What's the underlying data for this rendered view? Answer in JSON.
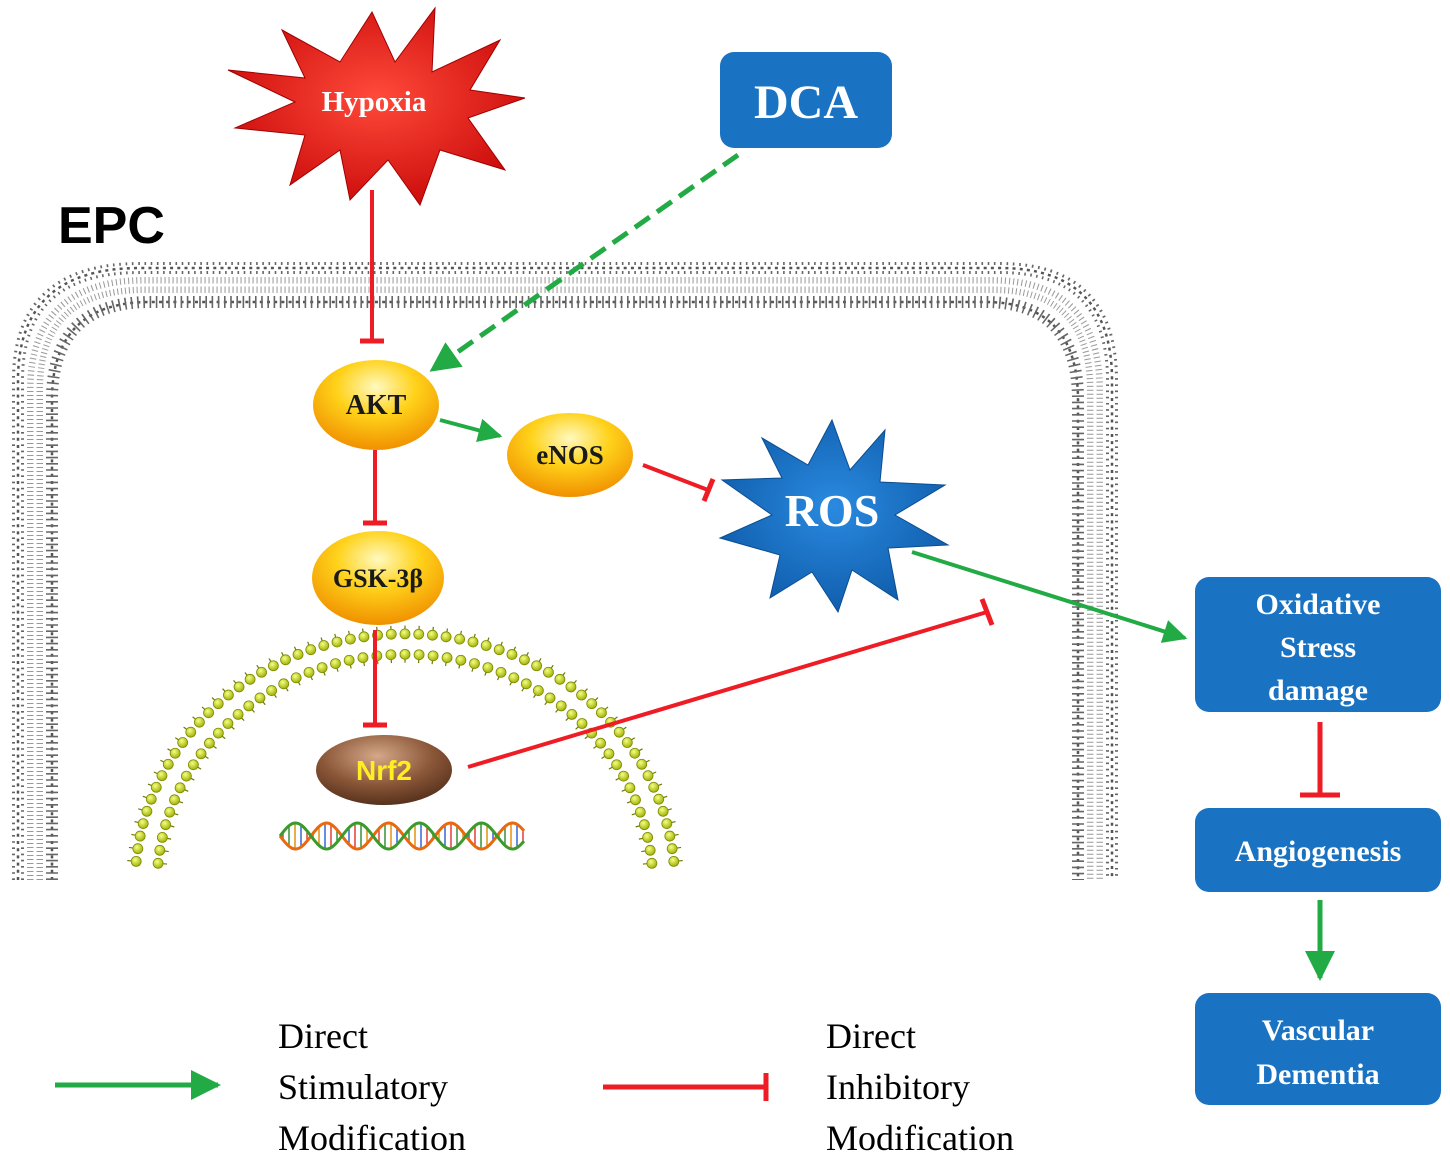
{
  "cell_label": "EPC",
  "nodes": {
    "hypoxia": "Hypoxia",
    "dca": "DCA",
    "akt": "AKT",
    "enos": "eNOS",
    "gsk3b": "GSK-3β",
    "nrf2": "Nrf2",
    "ros": "ROS",
    "oxidative_stress": [
      "Oxidative",
      "Stress",
      "damage"
    ],
    "angiogenesis": "Angiogenesis",
    "vascular_dementia": [
      "Vascular",
      "Dementia"
    ]
  },
  "legend": {
    "stimulatory": [
      "Direct",
      "Stimulatory",
      "Modification"
    ],
    "inhibitory": [
      "Direct",
      "Inhibitory",
      "Modification"
    ]
  },
  "colors": {
    "stimulatory": "#22aa44",
    "inhibitory": "#ee1c24",
    "box_blue": "#1a73c2",
    "hypoxia_red": "#e01010",
    "node_yellow": "#f5b800",
    "nrf2_brown": "#7a4a30",
    "nrf2_text": "#ffee22",
    "membrane_gray": "#777777",
    "nucleus_green": "#b5c800"
  }
}
